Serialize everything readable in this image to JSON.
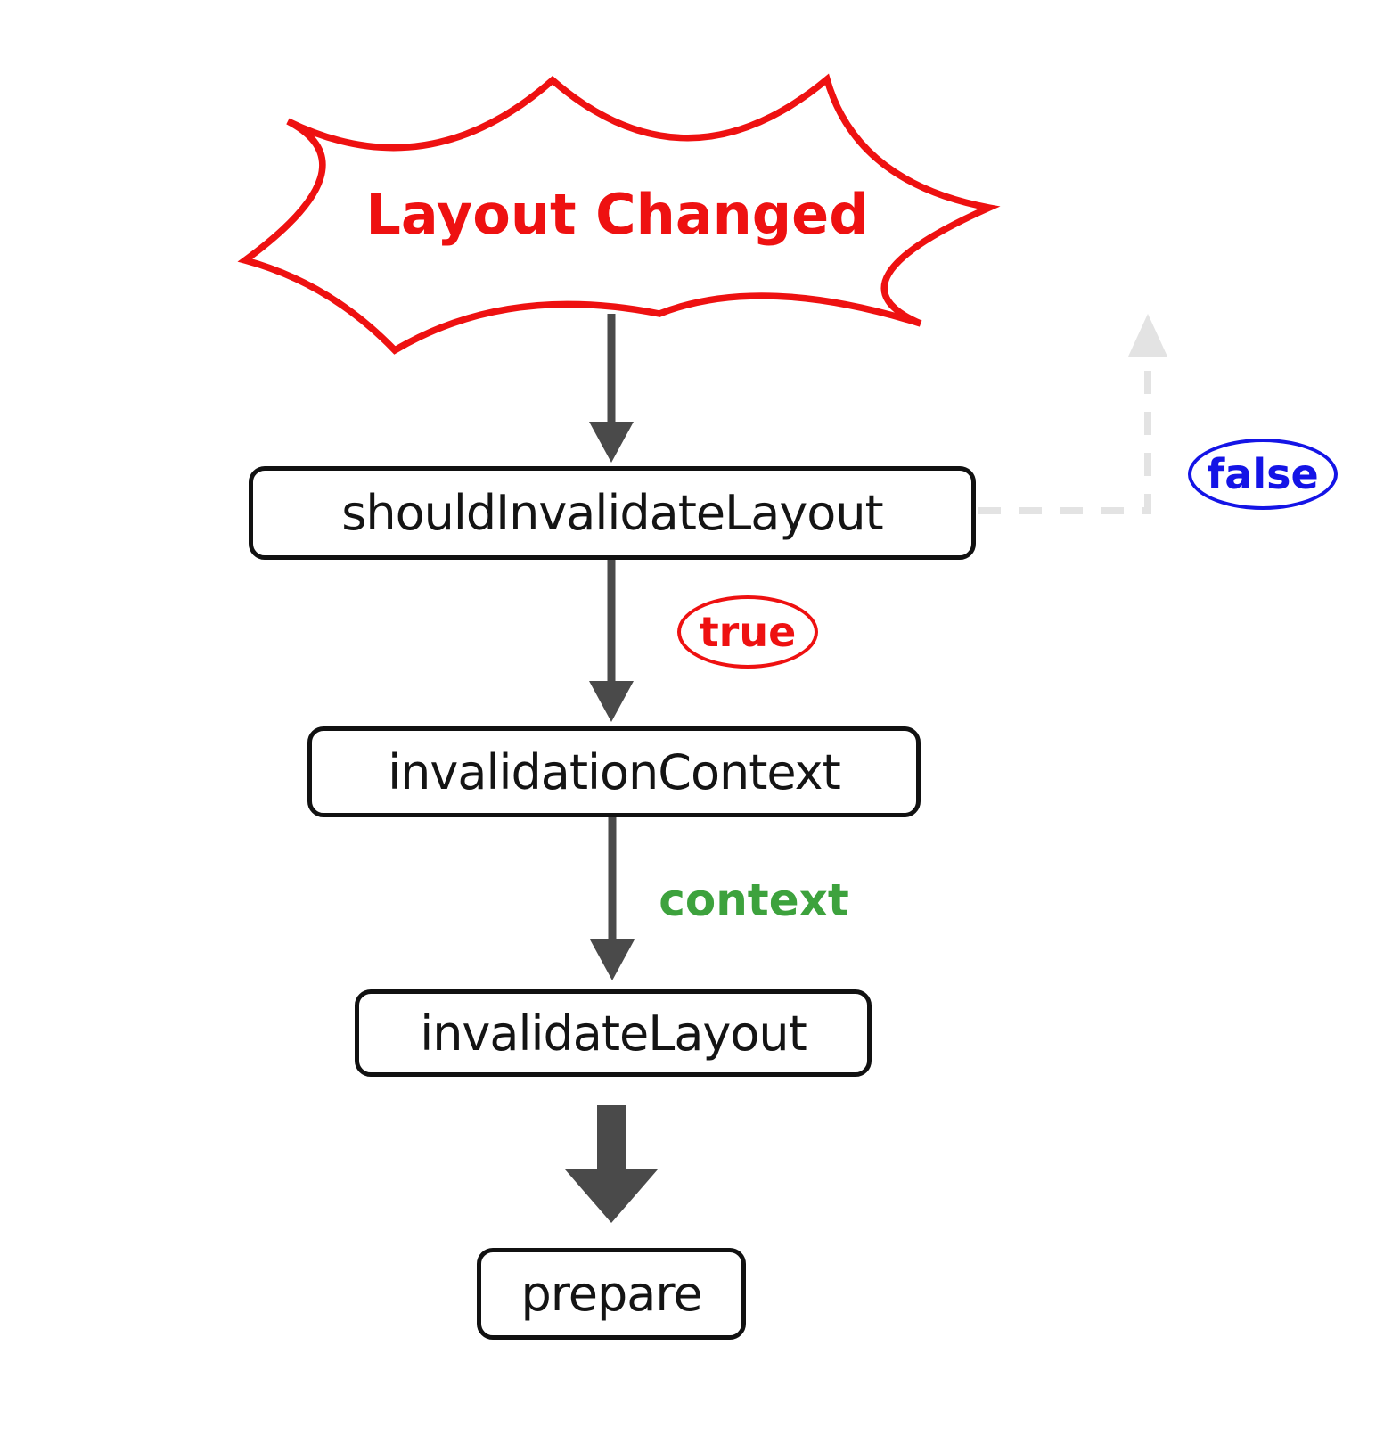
{
  "nodes": {
    "start": "Layout Changed",
    "should_invalidate": "shouldInvalidateLayout",
    "invalidation_context": "invalidationContext",
    "invalidate_layout": "invalidateLayout",
    "prepare": "prepare"
  },
  "labels": {
    "true_label": "true",
    "false_label": "false",
    "context_label": "context"
  },
  "colors": {
    "red": "#ee1111",
    "blue": "#1414e6",
    "green": "#3da23d",
    "arrow": "#4a4a4a",
    "dashed": "#e3e3e3",
    "ink": "#111111"
  }
}
